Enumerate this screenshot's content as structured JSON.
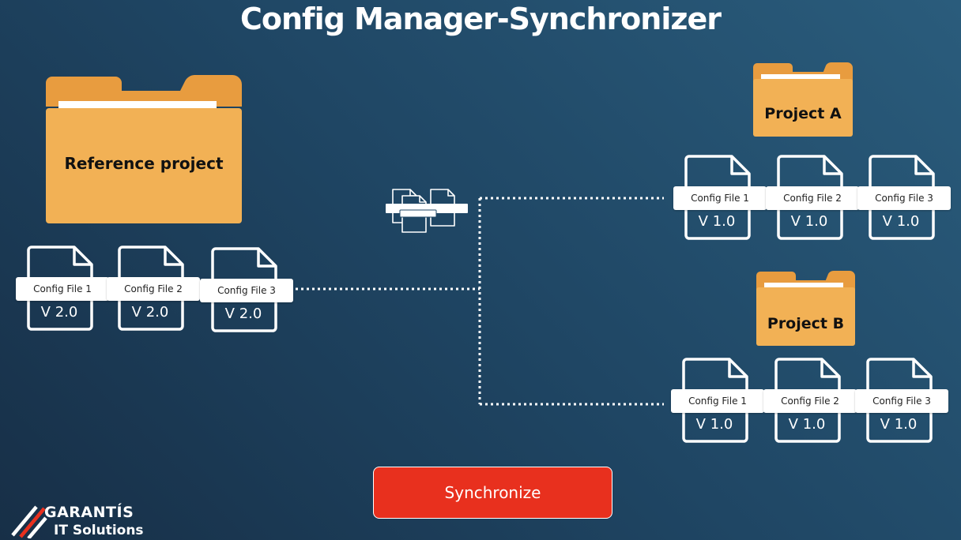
{
  "title": "Config Manager-Synchronizer",
  "colors": {
    "folder_front": "#f2b155",
    "folder_back": "#e89c3f",
    "folder_paper": "#ffffff",
    "button_bg": "#e8301e",
    "line_color": "#ffffff"
  },
  "reference": {
    "label": "Reference project",
    "files": [
      {
        "name": "Config File 1",
        "version": "V 2.0"
      },
      {
        "name": "Config File 2",
        "version": "V 2.0"
      },
      {
        "name": "Config File 3",
        "version": "V 2.0"
      }
    ]
  },
  "projects": [
    {
      "label": "Project A",
      "files": [
        {
          "name": "Config File 1",
          "version": "V 1.0"
        },
        {
          "name": "Config File 2",
          "version": "V 1.0"
        },
        {
          "name": "Config File 3",
          "version": "V 1.0"
        }
      ]
    },
    {
      "label": "Project B",
      "files": [
        {
          "name": "Config File 1",
          "version": "V 1.0"
        },
        {
          "name": "Config File 2",
          "version": "V 1.0"
        },
        {
          "name": "Config File 3",
          "version": "V 1.0"
        }
      ]
    }
  ],
  "icons": {
    "sync": "document-compare-icon",
    "folder": "folder-icon",
    "file": "document-icon",
    "logo": "garantis-logo-icon"
  },
  "sync_button": {
    "label": "Synchronize"
  },
  "logo": {
    "name": "GARANTÍS",
    "subtitle": "IT Solutions"
  }
}
